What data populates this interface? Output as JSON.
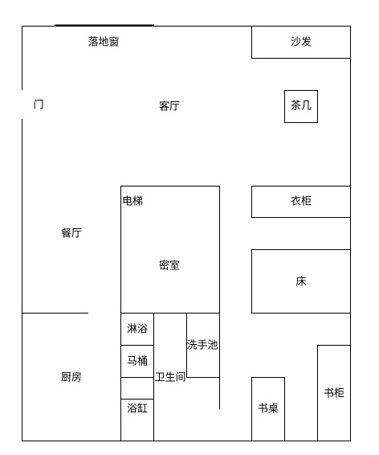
{
  "labels": {
    "window": "落地窗",
    "sofa": "沙发",
    "door": "门",
    "living_room": "客厅",
    "coffee_table": "茶几",
    "elevator": "电梯",
    "wardrobe": "衣柜",
    "dining_room": "餐厅",
    "secret_room": "密室",
    "bed": "床",
    "shower": "淋浴",
    "toilet": "马桶",
    "sink": "洗手池",
    "bathroom": "卫生间",
    "kitchen": "厨房",
    "bathtub": "浴缸",
    "desk": "书桌",
    "bookcase": "书柜"
  }
}
